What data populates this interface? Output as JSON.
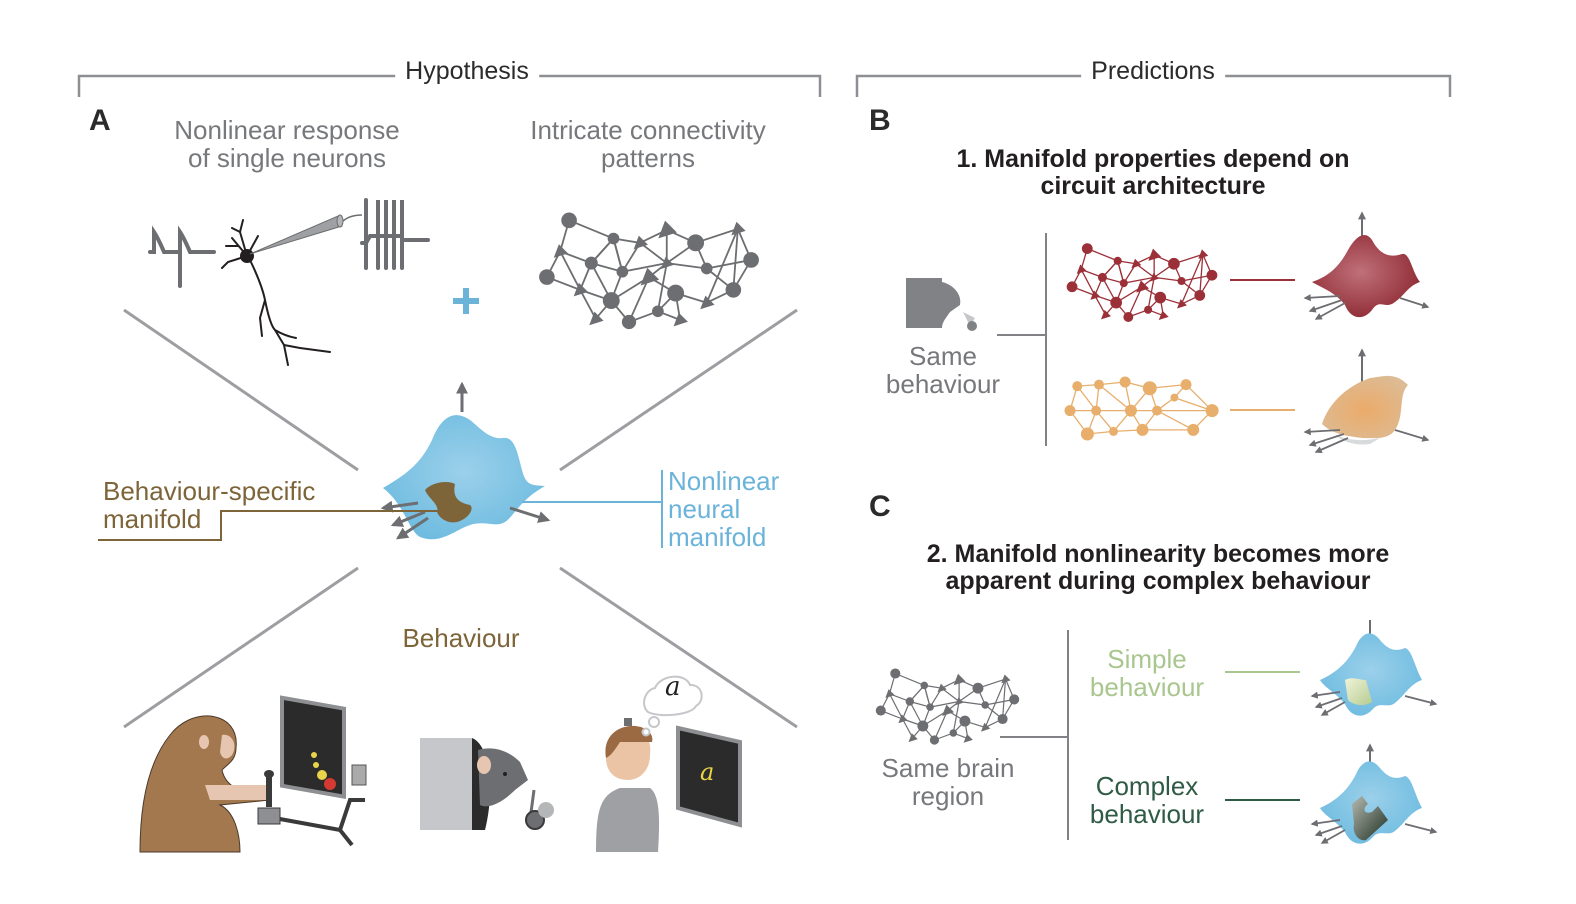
{
  "headers": {
    "hypothesis": "Hypothesis",
    "predictions": "Predictions"
  },
  "panels": {
    "a": "A",
    "b": "B",
    "c": "C"
  },
  "panel_a": {
    "nonlinear_response": [
      "Nonlinear response",
      "of single neurons"
    ],
    "connectivity": [
      "Intricate connectivity",
      "patterns"
    ],
    "plus_symbol": "+",
    "behaviour_specific": [
      "Behaviour-specific",
      "manifold"
    ],
    "nonlinear_manifold": [
      "Nonlinear",
      "neural",
      "manifold"
    ],
    "behaviour": "Behaviour",
    "thought_letter": "a",
    "screen_letter": "a"
  },
  "panel_b": {
    "title": [
      "1. Manifold properties depend on",
      "circuit architecture"
    ],
    "same_behaviour": [
      "Same",
      "behaviour"
    ]
  },
  "panel_c": {
    "title": [
      "2. Manifold nonlinearity becomes more",
      "apparent during complex behaviour"
    ],
    "same_region": [
      "Same brain",
      "region"
    ],
    "simple": [
      "Simple",
      "behaviour"
    ],
    "complex": [
      "Complex",
      "behaviour"
    ]
  },
  "colors": {
    "text_gray": "#77787b",
    "network_gray": "#6d6e71",
    "manifold_blue": "#7cc3e3",
    "behaviour_brown": "#7d6439",
    "architecture_red": "#9b3038",
    "architecture_orange": "#e8ae6c",
    "simple_green": "#a9c68e",
    "complex_green": "#2f5b45",
    "plus_blue": "#6cb3d9"
  }
}
